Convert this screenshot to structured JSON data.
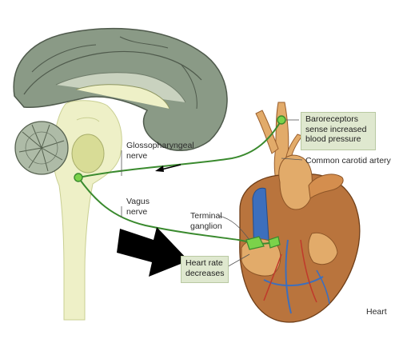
{
  "labels": {
    "baroreceptors": "Baroreceptors\nsense increased\nblood pressure",
    "glossopharyngeal": "Glossopharyngeal\nnerve",
    "common_carotid": "Common carotid artery",
    "vagus": "Vagus\nnerve",
    "terminal_ganglion": "Terminal\nganglion",
    "heart_rate": "Heart rate\ndecreases",
    "heart": "Heart"
  },
  "colors": {
    "nerve": "#3a8a2e",
    "nerve_node": "#7bd24a",
    "brain_gray": "#8a9a86",
    "brain_light": "#c9d2bf",
    "stem": "#eef0c7",
    "heart_main": "#b9743d",
    "heart_light": "#e2ab6a",
    "vein_blue": "#3d6fbd",
    "callout_fill": "#dfe8cf",
    "big_arrow": "#000000"
  }
}
